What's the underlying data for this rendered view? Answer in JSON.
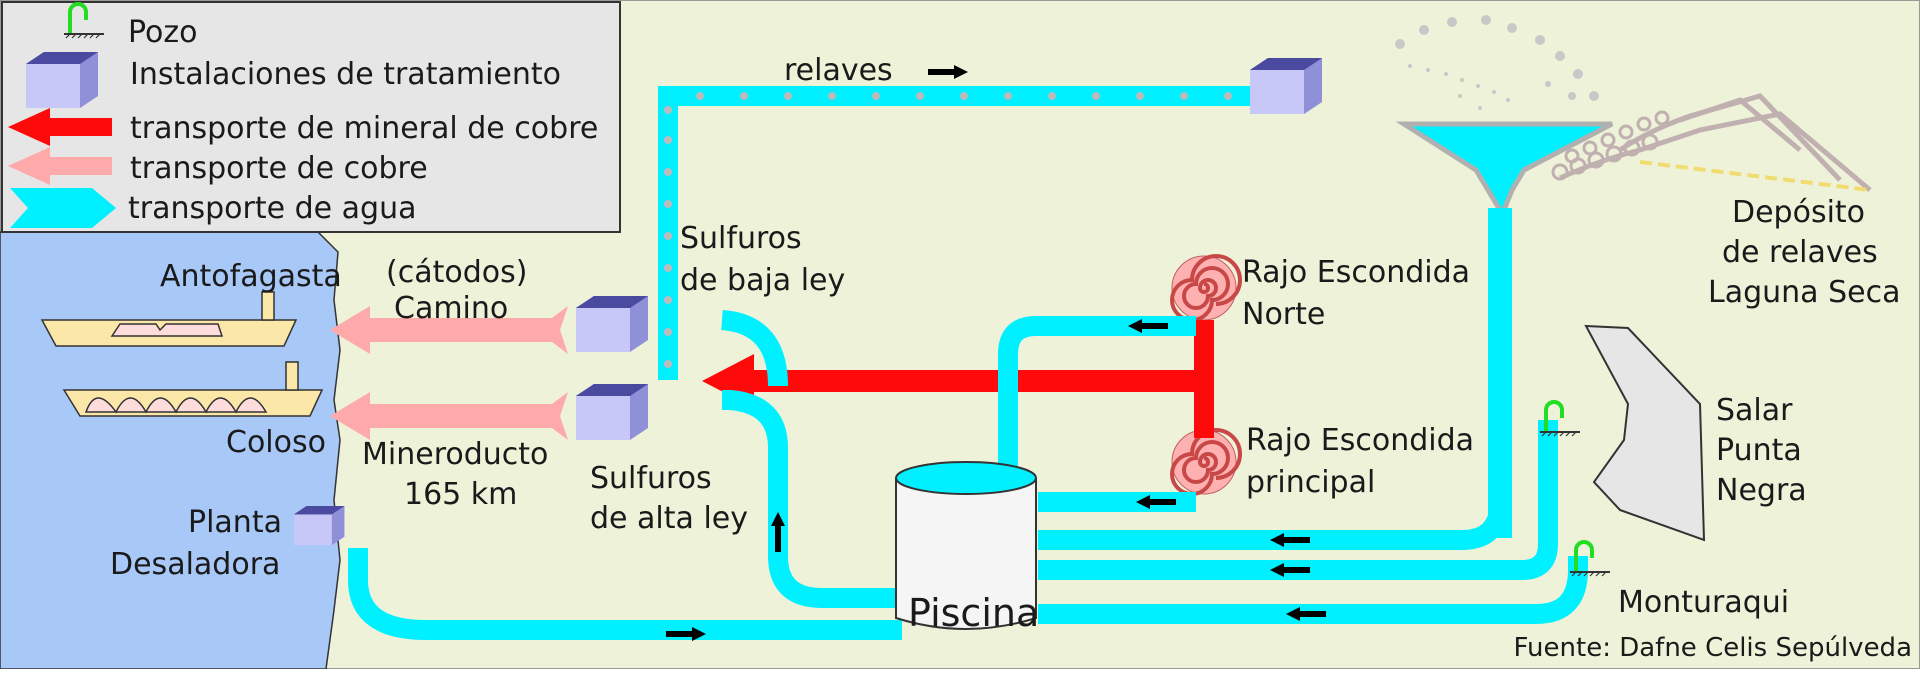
{
  "legend": {
    "well": "Pozo",
    "facility": "Instalaciones de tratamiento",
    "ore_transport": "transporte de mineral de cobre",
    "copper_transport": "transporte de cobre",
    "water_transport": "transporte de agua"
  },
  "labels": {
    "tailings": "relaves",
    "sulfides_low_1": "Sulfuros",
    "sulfides_low_2": "de baja ley",
    "sulfides_high_1": "Sulfuros",
    "sulfides_high_2": "de alta ley",
    "antofagasta": "Antofagasta",
    "cathodes": "(cátodos)",
    "road": "Camino",
    "coloso": "Coloso",
    "pipeline_1": "Mineroducto",
    "pipeline_2": "165 km",
    "desal_1": "Planta",
    "desal_2": "Desaladora",
    "pit_north_1": "Rajo Escondida",
    "pit_north_2": "Norte",
    "pit_main_1": "Rajo Escondida",
    "pit_main_2": "principal",
    "tailings_dam_1": "Depósito",
    "tailings_dam_2": "de relaves",
    "tailings_dam_3": "Laguna Seca",
    "salar_1": "Salar",
    "salar_2": "Punta",
    "salar_3": "Negra",
    "monturaqui": "Monturaqui",
    "pool": "Piscina",
    "source": "Fuente: Dafne Celis Sepúlveda"
  },
  "colors": {
    "background": "#eef2d9",
    "sea": "#a8c8f8",
    "water": "#00f0ff",
    "ore": "#ff0a0a",
    "copper": "#ffaaaa",
    "facility_top": "#4a4aa0",
    "facility_side": "#b8b8f0",
    "ship": "#fbe8a8",
    "well": "#22dd22"
  }
}
